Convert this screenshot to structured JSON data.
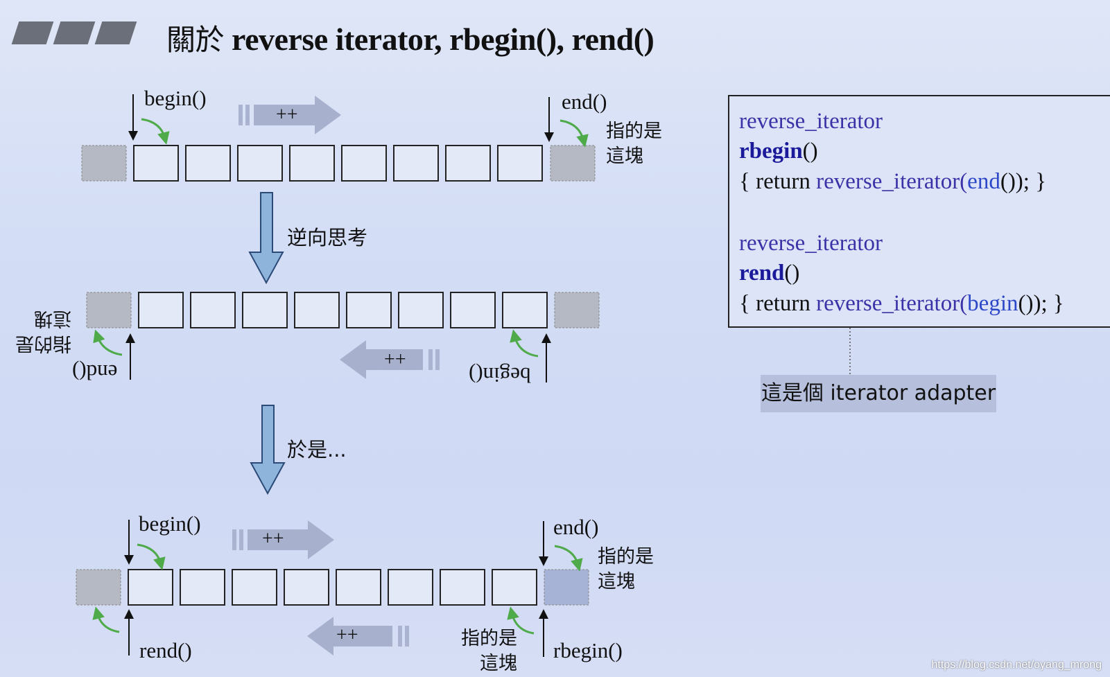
{
  "title": {
    "prefix": "關於",
    "rest": "reverse iterator, rbegin(), rend()"
  },
  "row1": {
    "begin": "begin()",
    "end": "end()",
    "inc": "++",
    "points_line1": "指的是",
    "points_line2": "這塊"
  },
  "step1": "逆向思考",
  "row2": {
    "begin": "begin()",
    "end": "end()",
    "inc": "++",
    "points_line1": "指的是",
    "points_line2": "這塊"
  },
  "step2": "於是...",
  "row3": {
    "begin": "begin()",
    "end": "end()",
    "inc_top": "++",
    "inc_bottom": "++",
    "points_line1": "指的是",
    "points_line2": "這塊",
    "rend": "rend()",
    "rbegin": "rbegin()",
    "points2_line1": "指的是",
    "points2_line2": "這塊"
  },
  "code": {
    "type1": "reverse_iterator",
    "fn1": "rbegin",
    "fn1_parens": "()",
    "body1_open": "{ return ",
    "body1_ctor": "reverse_iterator(",
    "body1_arg": "end",
    "body1_close": "()); }",
    "type2": "reverse_iterator",
    "fn2": "rend",
    "fn2_parens": "()",
    "body2_open": "{ return ",
    "body2_ctor": "reverse_iterator(",
    "body2_arg": "begin",
    "body2_close": "()); }"
  },
  "adapter_note": "這是個 iterator adapter",
  "watermark": "https://blog.csdn.net/oyang_mrong",
  "colors": {
    "accent_arrow": "#8fb4dc",
    "green_arrow": "#5cb85c",
    "keyword": "#3c32a8",
    "grey_cell": "#b5b9c4"
  }
}
